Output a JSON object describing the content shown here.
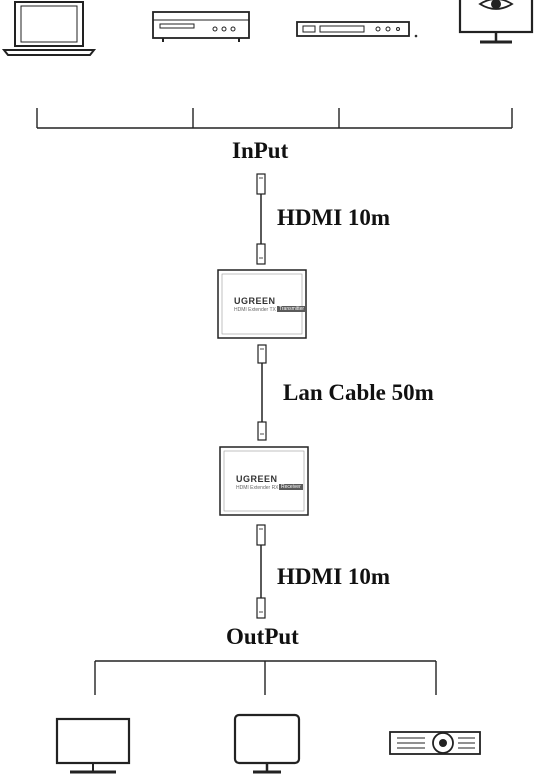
{
  "labels": {
    "input": "InPut",
    "cable_in": "HDMI 10m",
    "cable_link": "Lan Cable 50m",
    "cable_out": "HDMI 10m",
    "output": "OutPut"
  },
  "devices": {
    "transmitter": {
      "brand": "UGREEN",
      "subtitle": "HDMI Extender TX",
      "tag": "Transmitter"
    },
    "receiver": {
      "brand": "UGREEN",
      "subtitle": "HDMI Extender RX",
      "tag": "Receiver"
    }
  },
  "sources": [
    "laptop-icon",
    "dvd-player-icon",
    "set-top-box-icon",
    "camera-monitor-icon"
  ],
  "displays": [
    "tv-icon",
    "monitor-icon",
    "projector-icon"
  ],
  "colors": {
    "stroke": "#222222",
    "tag": "#5a5a5a"
  }
}
